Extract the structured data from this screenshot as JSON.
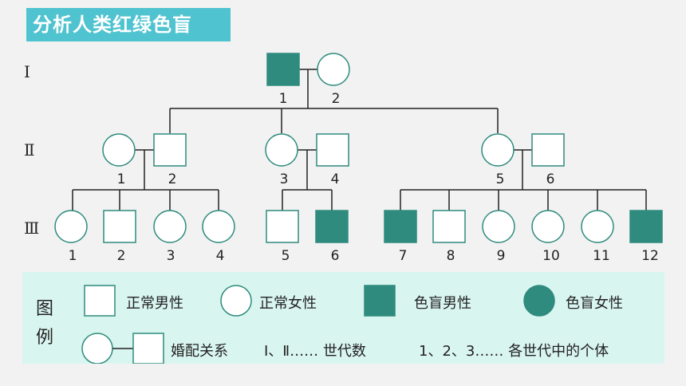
{
  "title": "分析人类红绿色盲",
  "generations": [
    "Ⅰ",
    "Ⅱ",
    "Ⅲ"
  ],
  "pedigree": {
    "gen1": [
      {
        "label": "1",
        "sex": "male",
        "affected": true
      },
      {
        "label": "2",
        "sex": "female",
        "affected": false
      }
    ],
    "gen2": [
      {
        "label": "1",
        "sex": "female",
        "affected": false
      },
      {
        "label": "2",
        "sex": "male",
        "affected": false
      },
      {
        "label": "3",
        "sex": "female",
        "affected": false
      },
      {
        "label": "4",
        "sex": "male",
        "affected": false
      },
      {
        "label": "5",
        "sex": "female",
        "affected": false
      },
      {
        "label": "6",
        "sex": "male",
        "affected": false
      }
    ],
    "gen3": [
      {
        "label": "1",
        "sex": "female",
        "affected": false
      },
      {
        "label": "2",
        "sex": "male",
        "affected": false
      },
      {
        "label": "3",
        "sex": "female",
        "affected": false
      },
      {
        "label": "4",
        "sex": "female",
        "affected": false
      },
      {
        "label": "5",
        "sex": "male",
        "affected": false
      },
      {
        "label": "6",
        "sex": "male",
        "affected": true
      },
      {
        "label": "7",
        "sex": "male",
        "affected": true
      },
      {
        "label": "8",
        "sex": "male",
        "affected": false
      },
      {
        "label": "9",
        "sex": "female",
        "affected": false
      },
      {
        "label": "10",
        "sex": "female",
        "affected": false
      },
      {
        "label": "11",
        "sex": "female",
        "affected": false
      },
      {
        "label": "12",
        "sex": "male",
        "affected": true
      }
    ]
  },
  "legend": {
    "title_top": "图",
    "title_bottom": "例",
    "normal_male": "正常男性",
    "normal_female": "正常女性",
    "affected_male": "色盲男性",
    "affected_female": "色盲女性",
    "marriage": "婚配关系",
    "generation_note": "Ⅰ、Ⅱ…… 世代数",
    "individual_note": "1、2、3…… 各世代中的个体"
  },
  "colors": {
    "affected_fill": "#2e8b7e",
    "outline": "#2e8b7e",
    "line": "#222222",
    "title_bg": "#4fc3cf",
    "legend_bg": "#d9f5ef"
  }
}
